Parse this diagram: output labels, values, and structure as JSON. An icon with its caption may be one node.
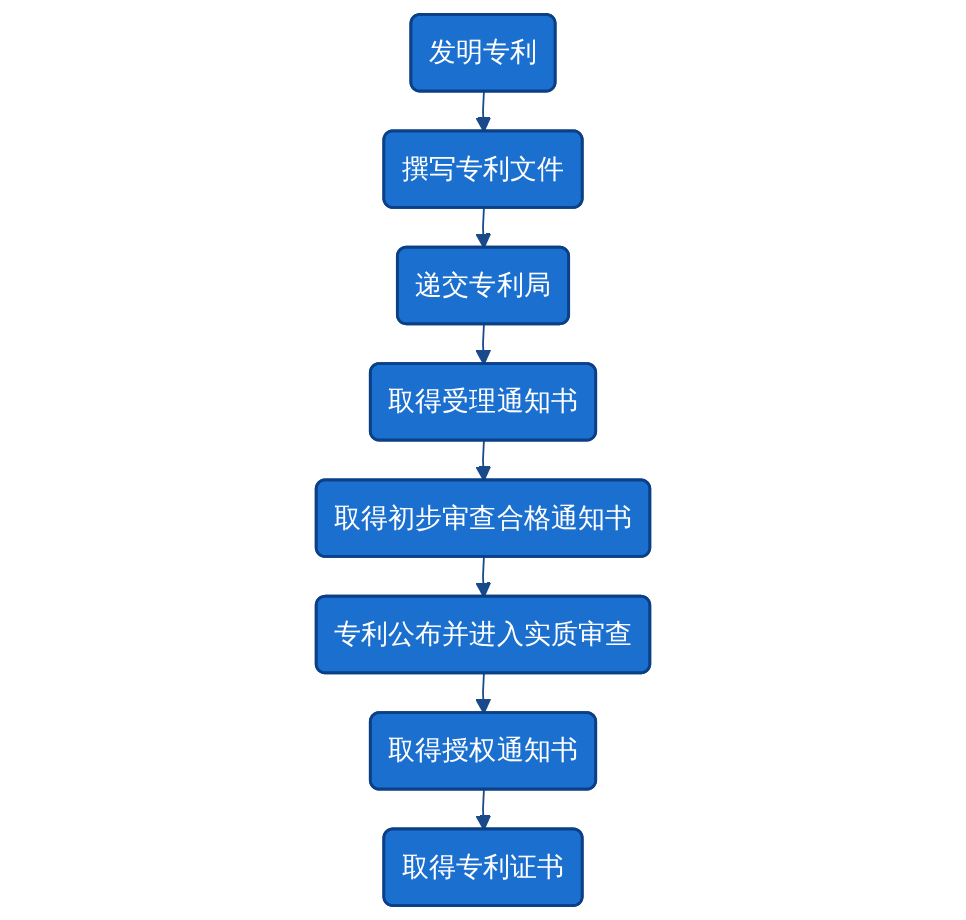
{
  "diagram": {
    "nodes": [
      {
        "text": [
          "发明专利"
        ]
      },
      {
        "text": [
          "撰写专利文件"
        ]
      },
      {
        "text": [
          "递交专利局"
        ]
      },
      {
        "text": [
          "取得受理通知书"
        ]
      },
      {
        "text": [
          "取得初步审查合格通知书"
        ]
      },
      {
        "text": [
          "专利公布并进入实质审查"
        ]
      },
      {
        "text": [
          "取得授权通知书"
        ]
      },
      {
        "text": [
          "取得专利证书"
        ]
      }
    ],
    "edges": [
      {
        "from": 0,
        "to": 1,
        "arrow": "to"
      },
      {
        "from": 1,
        "to": 2,
        "arrow": "to"
      },
      {
        "from": 2,
        "to": 3,
        "arrow": "to"
      },
      {
        "from": 3,
        "to": 4,
        "arrow": "to"
      },
      {
        "from": 4,
        "to": 5,
        "arrow": "to"
      },
      {
        "from": 5,
        "to": 6,
        "arrow": "to"
      },
      {
        "from": 6,
        "to": 7,
        "arrow": "to"
      }
    ]
  }
}
